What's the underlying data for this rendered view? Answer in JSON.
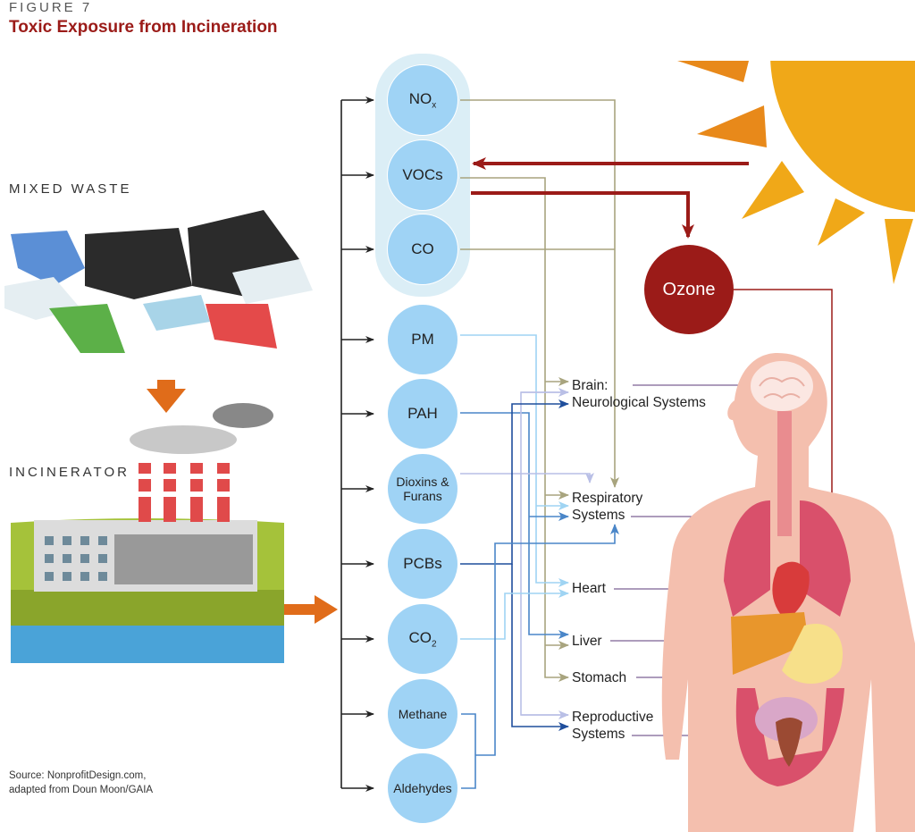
{
  "figure_label": "FIGURE 7",
  "title": "Toxic Exposure from Incineration",
  "sources": {
    "mixed_waste": "MIXED WASTE",
    "incinerator": "INCINERATOR"
  },
  "pollutants": [
    {
      "name": "NO",
      "sub": "x"
    },
    {
      "name": "VOCs"
    },
    {
      "name": "CO"
    },
    {
      "name": "PM"
    },
    {
      "name": "PAH"
    },
    {
      "name": "Dioxins &",
      "name2": "Furans"
    },
    {
      "name": "PCBs"
    },
    {
      "name": "CO",
      "sub": "2"
    },
    {
      "name": "Methane"
    },
    {
      "name": "Aldehydes"
    }
  ],
  "ozone": "Ozone",
  "organs": [
    {
      "line1": "Brain:",
      "line2": "Neurological Systems"
    },
    {
      "line1": "Respiratory",
      "line2": "Systems"
    },
    {
      "line1": "Heart"
    },
    {
      "line1": "Liver"
    },
    {
      "line1": "Stomach"
    },
    {
      "line1": "Reproductive",
      "line2": "Systems"
    }
  ],
  "source_note": {
    "line1": "Source: NonprofitDesign.com,",
    "line2": "adapted from Doun Moon/GAIA"
  },
  "colors": {
    "title": "#9b1b18",
    "circle": "#9fd3f5",
    "sun": "#f0a818",
    "ozone": "#9b1b18",
    "body": "#f4bfae"
  }
}
